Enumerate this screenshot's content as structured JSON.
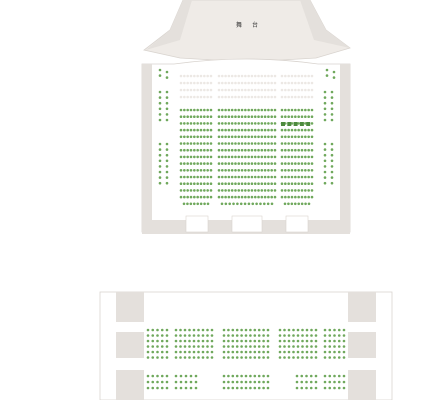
{
  "stage": {
    "label_left": "舞",
    "label_right": "台"
  },
  "colors": {
    "seat_available": "#6fa85c",
    "seat_unavailable": "#ece8e4",
    "seat_selected": "#4d8a3e",
    "wall": "#e4e0dc",
    "stage_fill": "#efebe7",
    "floor": "#ffffff",
    "outline": "#d9d4cf"
  },
  "seatmap": {
    "stalls": {
      "unavailable_rows": 4,
      "available_rows": 15,
      "selected_seats": 5
    },
    "balcony": {
      "available_rows": 9
    }
  }
}
